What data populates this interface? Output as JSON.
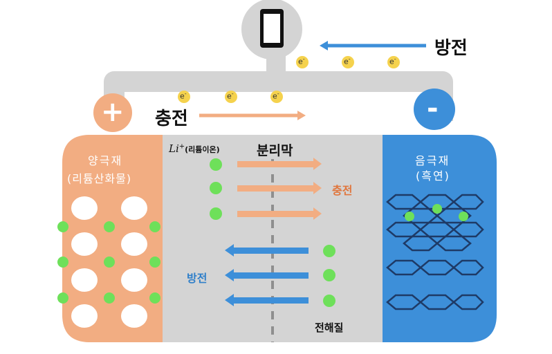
{
  "labels": {
    "discharge_top": "방전",
    "charge_top": "충전",
    "plus": "+",
    "minus": "-",
    "electron": "e",
    "electron_sup": "-",
    "cathode_line1": "양극재",
    "cathode_line2": "(리튬산화물)",
    "anode_line1": "음극재",
    "anode_line2": "(흑연)",
    "separator": "분리막",
    "li_ion_symbol": "Li",
    "li_ion_sup": "+",
    "li_ion_desc": "(리튬이온)",
    "charge_inner": "충전",
    "discharge_inner": "방전",
    "electrolyte": "전해질"
  },
  "colors": {
    "cathode": "#f2ad82",
    "anode": "#3d8fd9",
    "electrolyte": "#d4d4d4",
    "wire": "#d4d4d4",
    "charge_arrow": "#f2ad82",
    "discharge_arrow": "#3d8fd9",
    "li_ion": "#6ee05a",
    "electron": "#f5d24d",
    "charge_text": "#e0763d",
    "discharge_text": "#2f7fc9"
  },
  "icons": {
    "device": "smartphone-icon",
    "graphite": "graphite-lattice-icon"
  }
}
